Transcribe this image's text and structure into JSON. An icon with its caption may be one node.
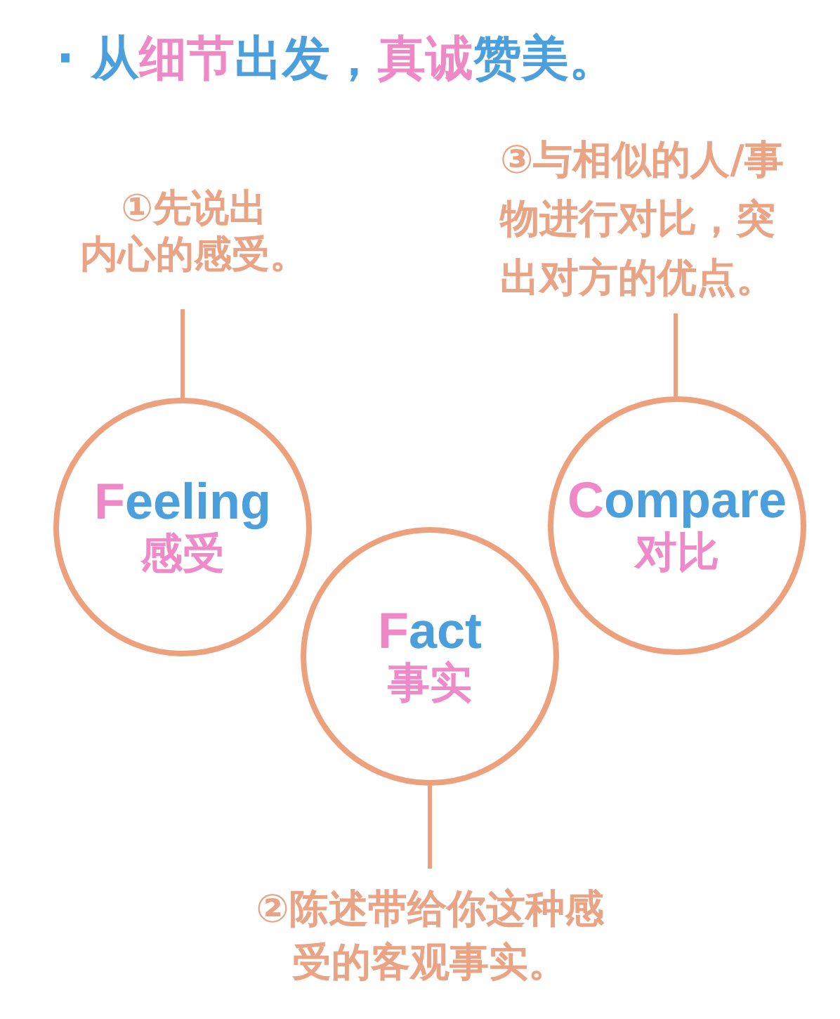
{
  "diagram": {
    "title": "· 从细节出发，真诚赞美。",
    "nodes": [
      {
        "text": [
          "①先说出内心的感受。"
        ]
      },
      {
        "text": [
          "③与相似的人/事物进行对比，突出对方的优点。"
        ]
      },
      {
        "text": [
          "Feeling",
          "感受"
        ]
      },
      {
        "text": [
          "Compare",
          "对比"
        ]
      },
      {
        "text": [
          "Fact",
          "事实"
        ]
      },
      {
        "text": [
          "②陈述带给你这种感受的客观事实。"
        ]
      }
    ],
    "edges": [
      {
        "from": 0,
        "to": 2,
        "arrow": "none"
      },
      {
        "from": 1,
        "to": 3,
        "arrow": "none"
      },
      {
        "from": 4,
        "to": 5,
        "arrow": "none"
      }
    ]
  }
}
